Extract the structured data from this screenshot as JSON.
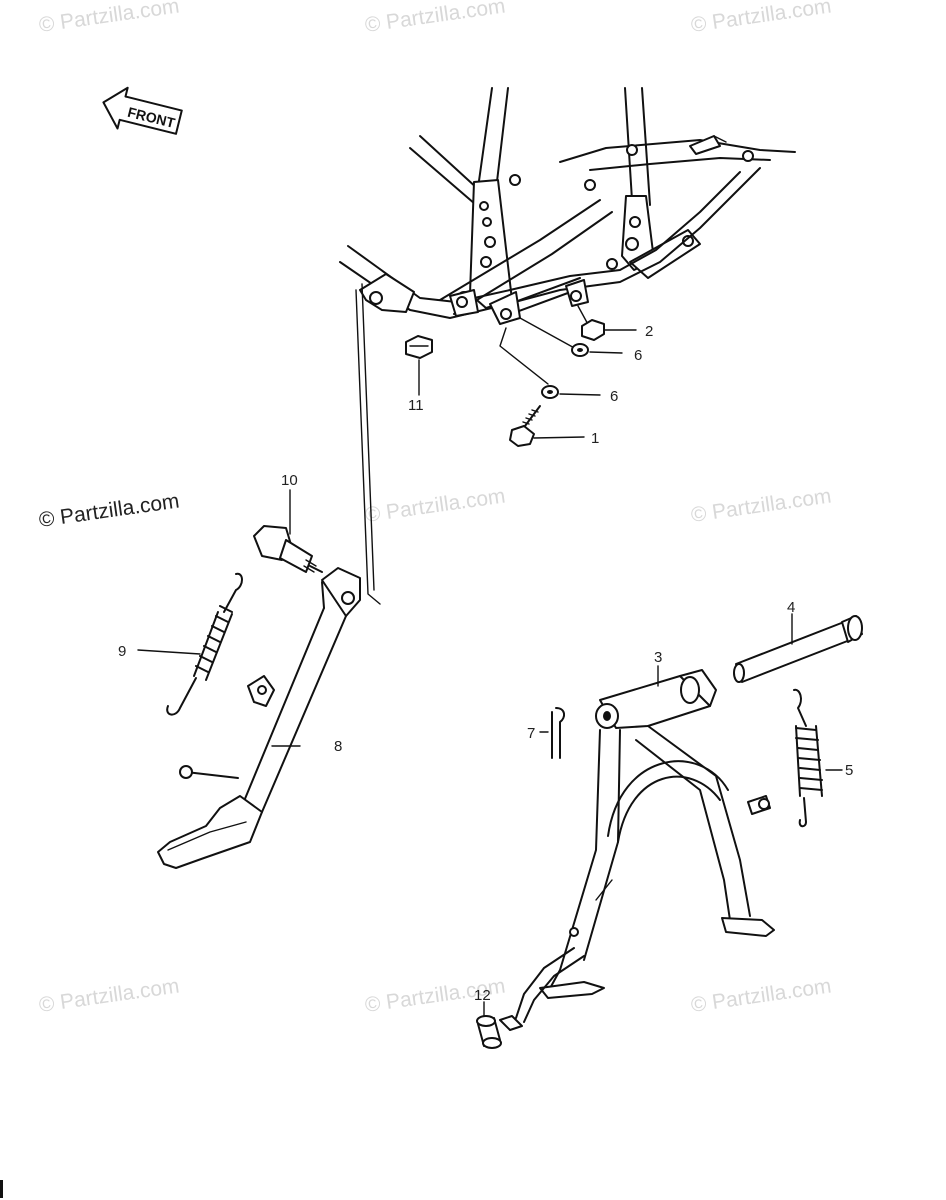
{
  "watermarks": [
    "© Partzilla.com",
    "© Partzilla.com",
    "© Partzilla.com",
    "© Partzilla.com",
    "© Partzilla.com",
    "© Partzilla.com",
    "© Partzilla.com",
    "© Partzilla.com"
  ],
  "copyright": "© Partzilla.com",
  "front_label": "FRONT",
  "callouts": {
    "c1": "1",
    "c2": "2",
    "c3": "3",
    "c4": "4",
    "c5": "5",
    "c6a": "6",
    "c6b": "6",
    "c7": "7",
    "c8": "8",
    "c9": "9",
    "c10": "10",
    "c11": "11",
    "c12": "12"
  },
  "colors": {
    "line": "#111111",
    "watermark": "#d8d8d8",
    "background": "#ffffff"
  }
}
